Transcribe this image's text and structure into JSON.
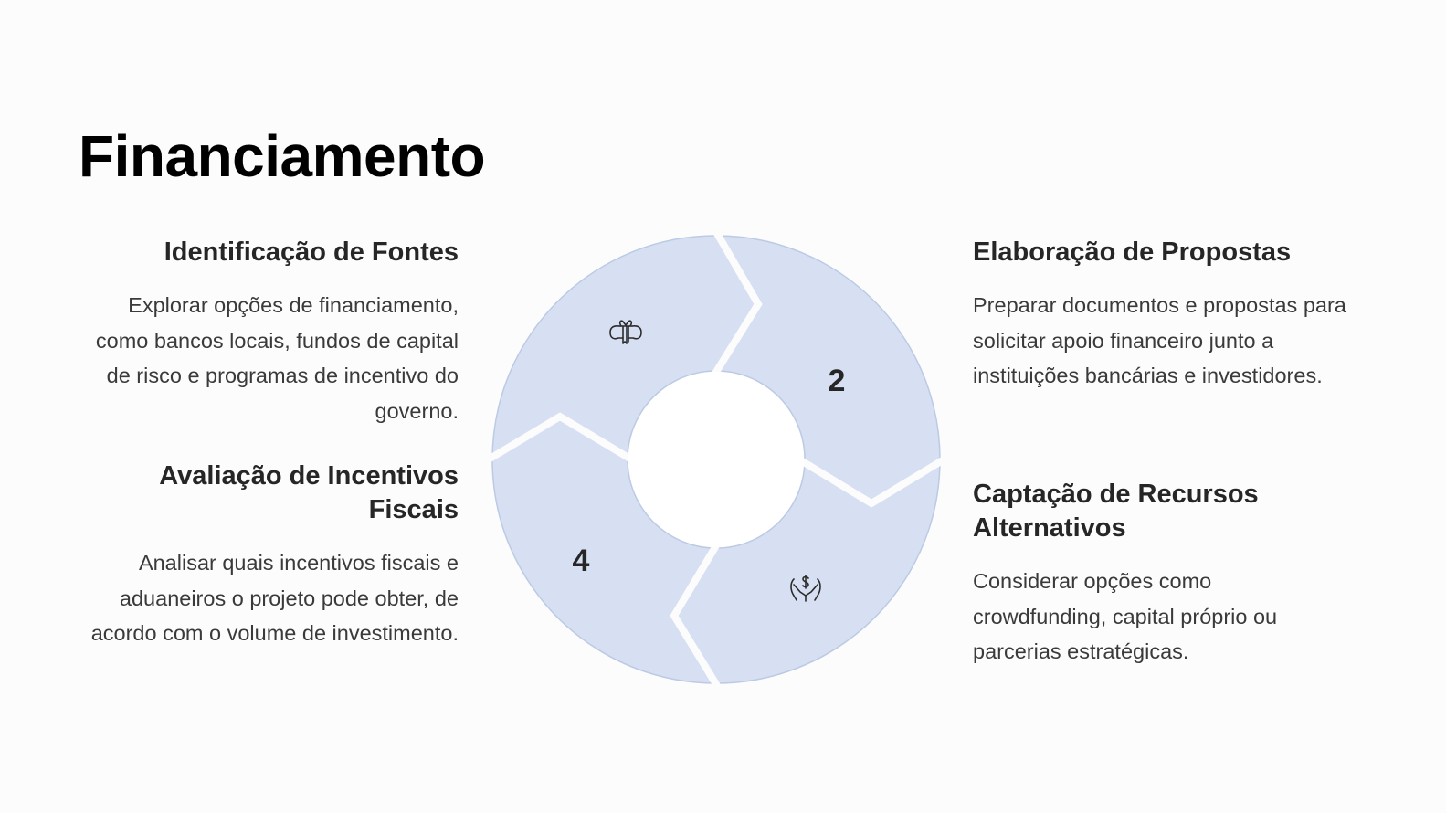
{
  "page": {
    "title": "Financiamento"
  },
  "steps": [
    {
      "id": 1,
      "heading": "Identificação de Fontes",
      "body": "Explorar opções de financiamento, como bancos locais, fundos de capital de risco e programas de incentivo do governo.",
      "marker": "award-icon",
      "position": "top-left"
    },
    {
      "id": 2,
      "heading": "Elaboração de Propostas",
      "body": "Preparar documentos e propostas para solicitar apoio financeiro junto a instituições bancárias e investidores.",
      "marker": "2",
      "position": "top-right"
    },
    {
      "id": 3,
      "heading": "Captação de Recursos Alternativos",
      "body": "Considerar opções como crowdfunding, capital próprio ou parcerias estratégicas.",
      "marker": "hands-dollar-icon",
      "position": "bottom-right"
    },
    {
      "id": 4,
      "heading": "Avaliação de Incentivos Fiscais",
      "body": "Analisar quais incentivos fiscais e aduaneiros o projeto pode obter, de acordo com o volume de investimento.",
      "marker": "4",
      "position": "bottom-left"
    }
  ],
  "colors": {
    "segment_fill": "#d6e0f2",
    "segment_border": "#b9c8e4",
    "background": "#fcfcfd",
    "heading_text": "#262626",
    "body_text": "#3a3a3a"
  }
}
